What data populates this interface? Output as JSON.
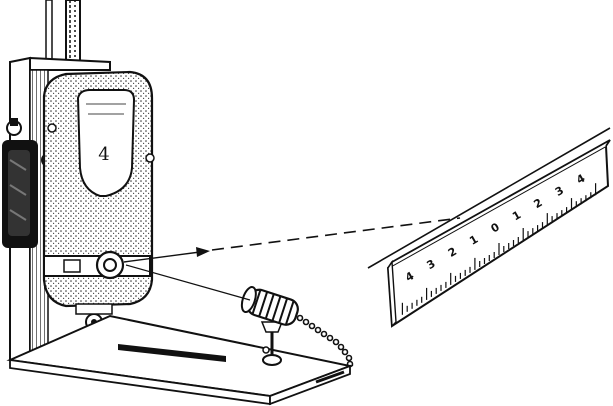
{
  "figure": {
    "colors": {
      "ink": "#111111",
      "paper": "#ffffff",
      "stipple": "#555555"
    },
    "instrument": {
      "dial_mark": "4"
    },
    "scale": {
      "numbers": [
        "4",
        "3",
        "2",
        "1",
        "0",
        "1",
        "2",
        "3",
        "4"
      ]
    },
    "icons": [
      "galvanometer-icon",
      "lamp-icon",
      "chain-icon",
      "scale-icon"
    ]
  }
}
